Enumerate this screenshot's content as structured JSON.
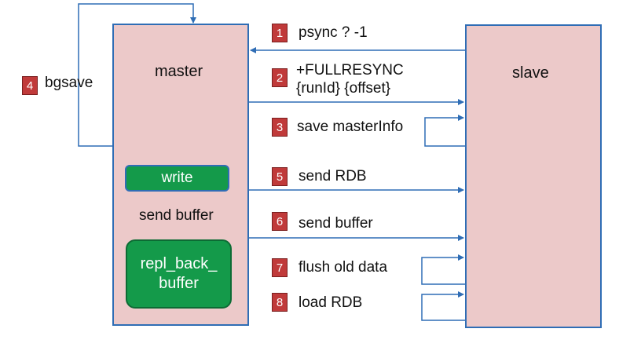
{
  "master": {
    "title": "master"
  },
  "slave": {
    "title": "slave"
  },
  "write_box": {
    "label": "write"
  },
  "send_buffer_label": "send buffer",
  "repl_buffer": {
    "line1": "repl_back_",
    "line2": "buffer"
  },
  "steps": [
    {
      "num": "1",
      "label": "psync ? -1"
    },
    {
      "num": "2",
      "label": "+FULLRESYNC",
      "label2": "{runId} {offset}"
    },
    {
      "num": "3",
      "label": "save masterInfo"
    },
    {
      "num": "4",
      "label": "bgsave"
    },
    {
      "num": "5",
      "label": "send RDB"
    },
    {
      "num": "6",
      "label": "send buffer"
    },
    {
      "num": "7",
      "label": "flush old data"
    },
    {
      "num": "8",
      "label": "load RDB"
    }
  ],
  "colors": {
    "box_fill": "#ecc9c9",
    "line": "#2f6db5",
    "green": "#149a4a",
    "badge": "#c03a3a"
  }
}
